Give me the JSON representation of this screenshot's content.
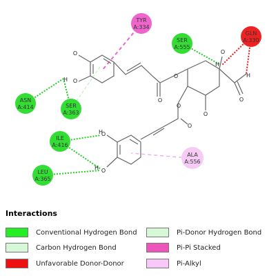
{
  "residues": {
    "tyr": {
      "name": "TYR",
      "id": "A:334",
      "color": "#ee66cc"
    },
    "ser555": {
      "name": "SER",
      "id": "A:555",
      "color": "#33dd33"
    },
    "gln": {
      "name": "GLN",
      "id": "A:330",
      "color": "#ee2222"
    },
    "asn": {
      "name": "ASN",
      "id": "A:414",
      "color": "#33dd33"
    },
    "ser363": {
      "name": "SER",
      "id": "A:363",
      "color": "#33dd33"
    },
    "ile": {
      "name": "ILE",
      "id": "A:416",
      "color": "#33dd33"
    },
    "ala": {
      "name": "ALA",
      "id": "A:556",
      "color": "#f6ccf6"
    },
    "leu": {
      "name": "LEU",
      "id": "A:365",
      "color": "#33dd33"
    }
  },
  "atoms": {
    "o": "O",
    "h": "H"
  },
  "legend": {
    "title": "Interactions",
    "items": [
      {
        "label": "Conventional Hydrogen Bond",
        "color": "#22ee22"
      },
      {
        "label": "Pi-Donor Hydrogen Bond",
        "color": "#d6f8d6"
      },
      {
        "label": "Carbon Hydrogen Bond",
        "color": "#d6f8d6"
      },
      {
        "label": "Pi-Pi Stacked",
        "color": "#ee55bb"
      },
      {
        "label": "Unfavorable Donor-Donor",
        "color": "#ee1111"
      },
      {
        "label": "Pi-Alkyl",
        "color": "#f8c8f8"
      }
    ]
  }
}
